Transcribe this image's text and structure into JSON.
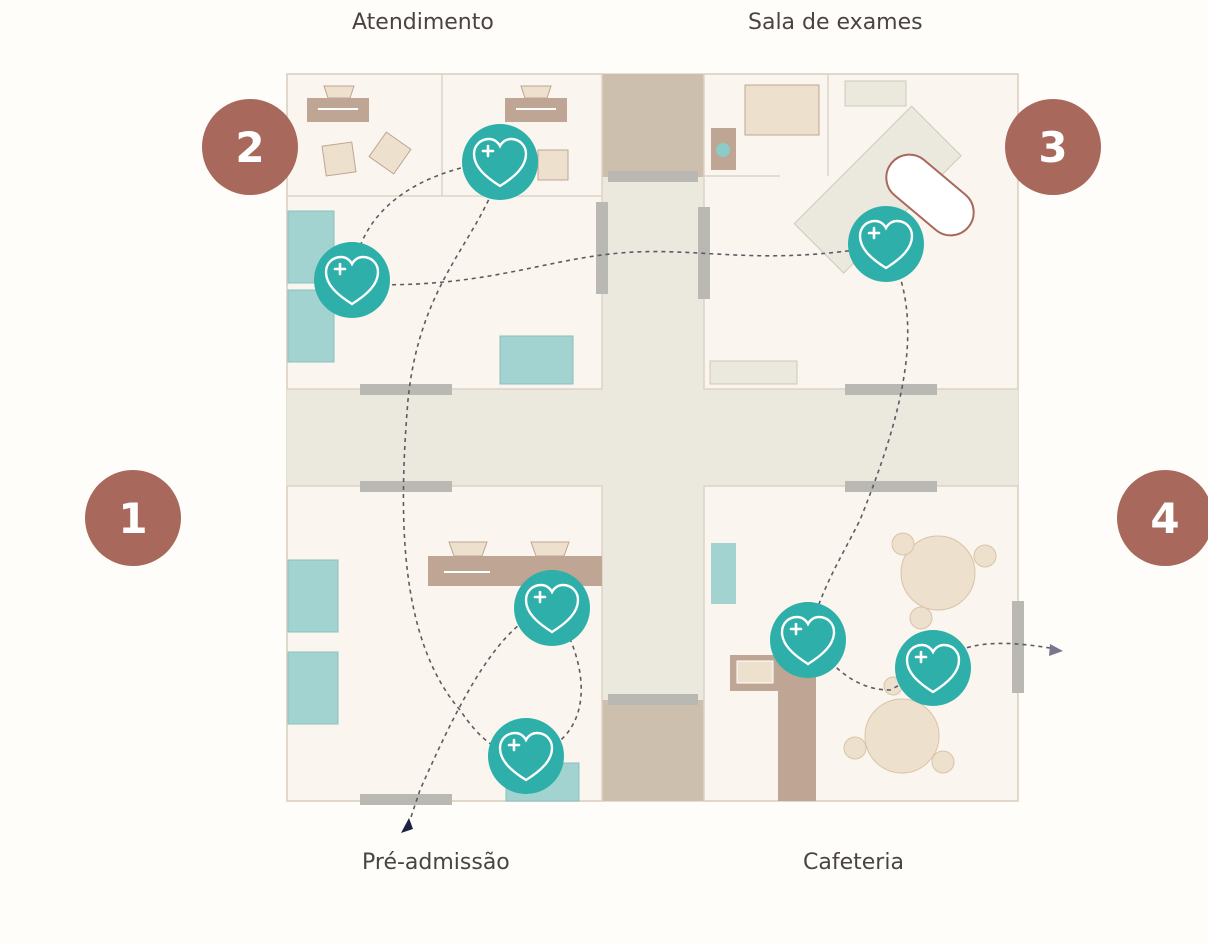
{
  "rooms": {
    "top_left": "Atendimento",
    "top_right": "Sala de exames",
    "bottom_left": "Pré-admissão",
    "bottom_right": "Cafeteria"
  },
  "steps": [
    "1",
    "2",
    "3",
    "4"
  ],
  "colors": {
    "step_badge": "#a8685b",
    "heart_badge": "#2eafaa",
    "floor": "#faf6ef",
    "corridor": "#ebe8dd",
    "wall": "#d8cdbf",
    "door": "#b9b8b2",
    "desk": "#bfa594",
    "sofa": "#a3d3d0"
  },
  "icons": [
    "heart-plus-icon",
    "arrow-head-icon"
  ]
}
